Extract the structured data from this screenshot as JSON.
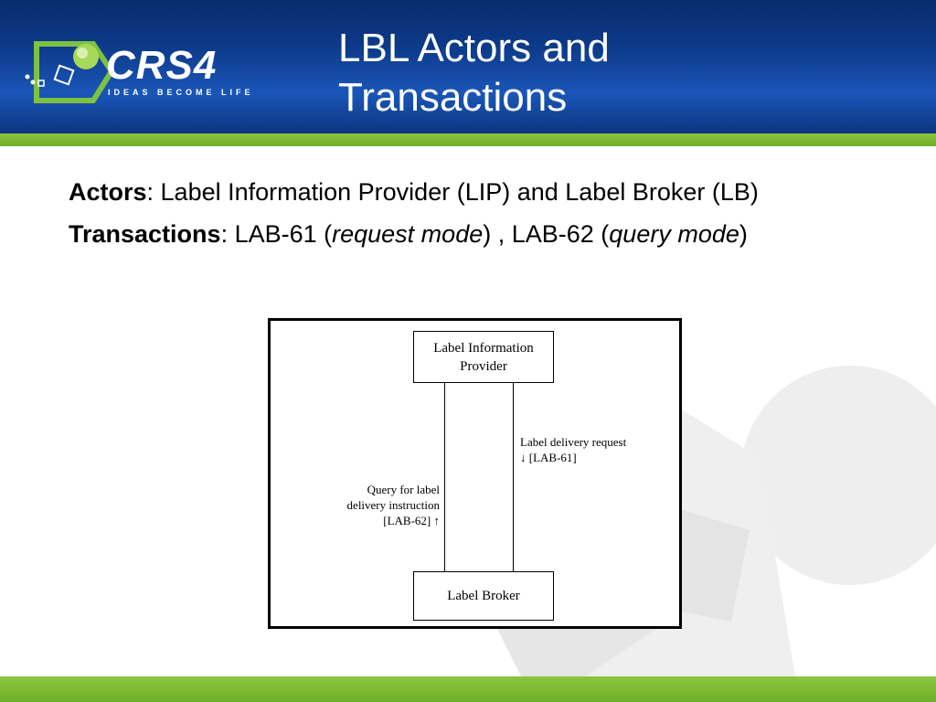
{
  "slide": {
    "title_line1": "LBL Actors and",
    "title_line2": "Transactions"
  },
  "logo": {
    "brand_text": "CRS4",
    "tagline": "IDEAS BECOME LIFE"
  },
  "content": {
    "actors_label": "Actors",
    "actors_text": ": Label Information Provider (LIP) and Label Broker (LB)",
    "transactions_label": "Transactions",
    "transactions_text_1": ": LAB-61 (",
    "transactions_em_1": "request mode",
    "transactions_text_2": ") , LAB-62 (",
    "transactions_em_2": "query mode",
    "transactions_text_3": ")"
  },
  "diagram": {
    "top_box_line1": "Label Information",
    "top_box_line2": "Provider",
    "bottom_box": "Label Broker",
    "right_label_line1": "Label delivery request",
    "right_label_line2": "↓ [LAB-61]",
    "left_label_line1": "Query for label",
    "left_label_line2": "delivery instruction",
    "left_label_line3": "[LAB-62] ↑"
  },
  "colors": {
    "header_blue": "#0d3a8a",
    "accent_green": "#8cc63f",
    "logo_green": "#7dc242"
  }
}
